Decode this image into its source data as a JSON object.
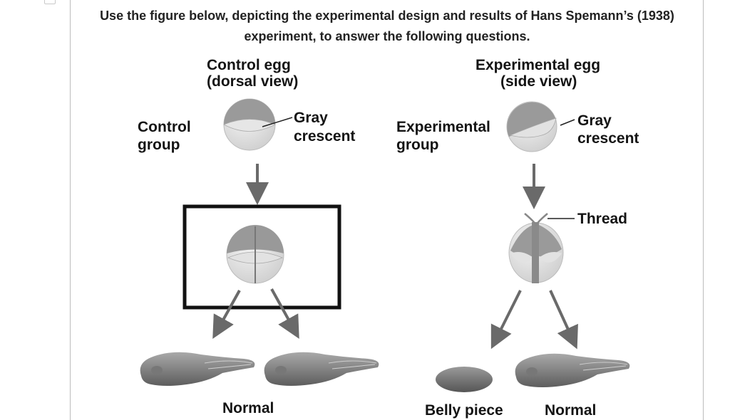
{
  "question": {
    "line1": "Use the figure below, depicting the experimental design and results of Hans Spemann’s (1938)",
    "line2": "experiment, to answer the following questions."
  },
  "figure": {
    "control": {
      "egg_title_1": "Control egg",
      "egg_title_2": "(dorsal view)",
      "group_1": "Control",
      "group_2": "group",
      "crescent_1": "Gray",
      "crescent_2": "crescent",
      "result": "Normal"
    },
    "experimental": {
      "egg_title_1": "Experimental egg",
      "egg_title_2": "(side view)",
      "group_1": "Experimental",
      "group_2": "group",
      "crescent_1": "Gray",
      "crescent_2": "crescent",
      "thread": "Thread",
      "result_left": "Belly piece",
      "result_right": "Normal"
    }
  },
  "colors": {
    "embryo_gray": "#8c8c8c",
    "crescent": "#dedede",
    "arrow": "#6a6a6a",
    "highlight_box": "#111111"
  }
}
